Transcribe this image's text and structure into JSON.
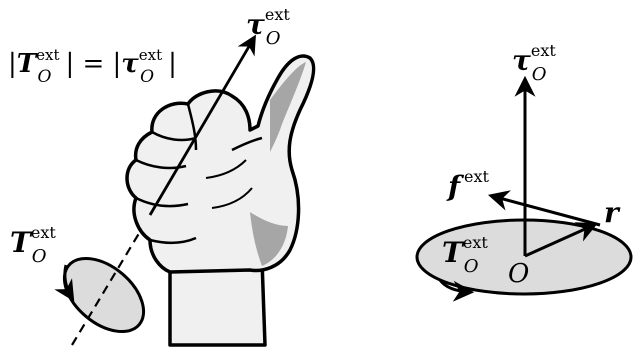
{
  "colors": {
    "stroke": "#000000",
    "skin_fill": "#f0f0f0",
    "skin_shade": "#a6a6a6",
    "ellipse_fill": "#dcdcdc",
    "background": "#ffffff"
  },
  "labels": {
    "equation": {
      "open": "|",
      "T": "T",
      "sup": "ext",
      "sub": "O",
      "mid": "| = |",
      "tau": "τ",
      "close": "|"
    },
    "hand_axis_torque": {
      "symbol": "τ",
      "sup": "ext",
      "sub": "O"
    },
    "hand_rotation_torque": {
      "symbol": "T",
      "sup": "ext",
      "sub": "O"
    },
    "right_axis_torque": {
      "symbol": "τ",
      "sup": "ext",
      "sub": "O"
    },
    "right_force": {
      "symbol": "f",
      "sup": "ext"
    },
    "right_position": {
      "symbol": "r"
    },
    "right_rotation_torque": {
      "symbol": "T",
      "sup": "ext",
      "sub": "O"
    },
    "origin": {
      "symbol": "O"
    }
  }
}
